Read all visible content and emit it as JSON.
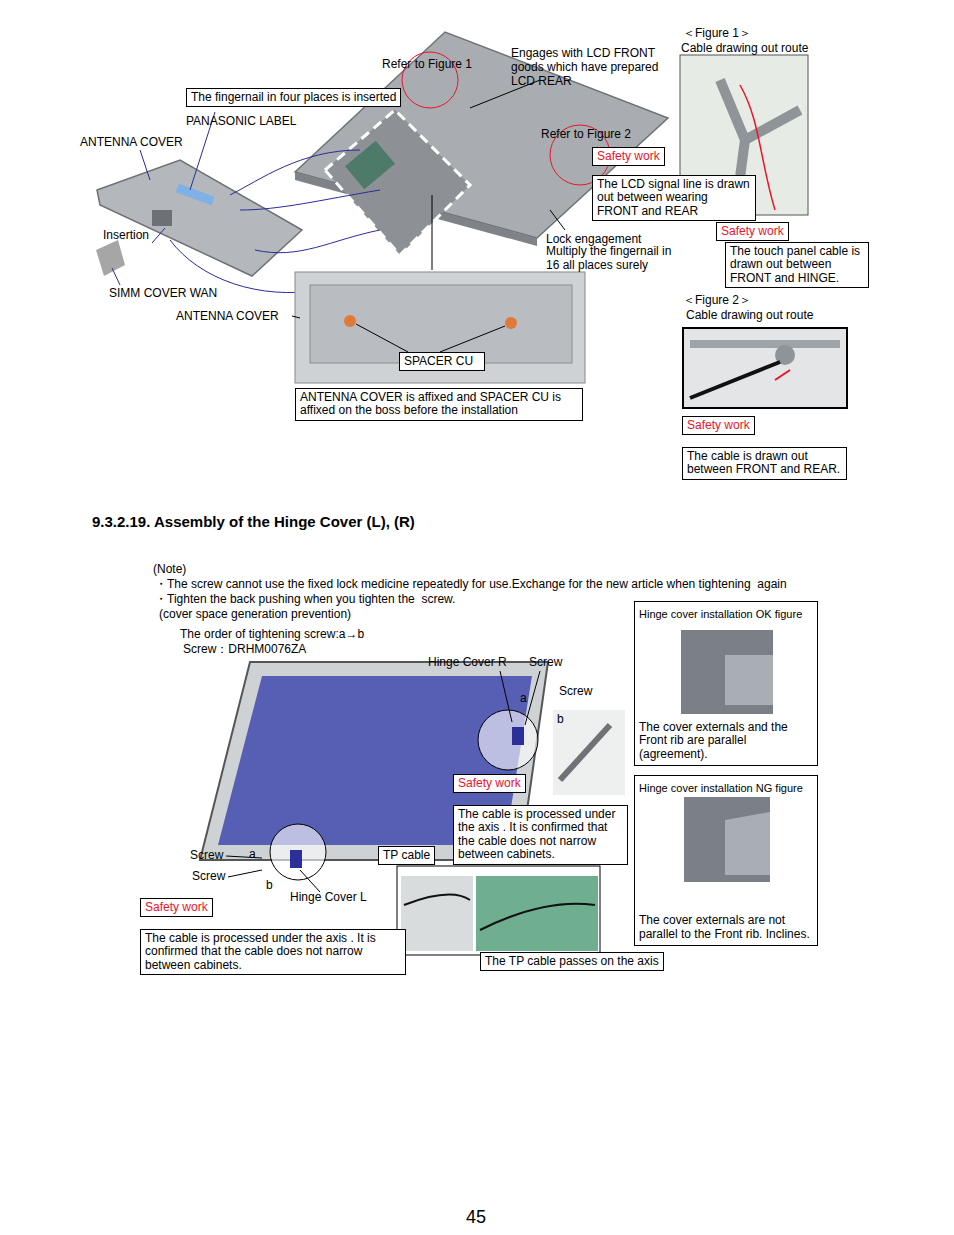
{
  "diagram": {
    "title": "9.3.2.19. Assembly of the Hinge Cover (L), (R)",
    "nodes": [
      {
        "text": [
          "The fingernail in four places is inserted"
        ]
      },
      {
        "text": [
          "Safety work"
        ]
      },
      {
        "text": [
          "The LCD signal line is drawn out between wearing FRONT and REAR"
        ]
      },
      {
        "text": [
          "Safety work"
        ]
      },
      {
        "text": [
          "The touch panel cable is drawn out between FRONT and HINGE."
        ]
      },
      {
        "text": [
          "SPACER CU"
        ]
      },
      {
        "text": [
          "ANTENNA COVER is affixed and SPACER CU is affixed on the boss before the installation"
        ]
      },
      {
        "text": [
          "Safety work"
        ]
      },
      {
        "text": [
          "The cable is drawn out between FRONT and REAR."
        ]
      },
      {
        "text": [
          "Safety work"
        ]
      },
      {
        "text": [
          "The cable is processed under the axis . It is confirmed that the cable does not narrow between cabinets."
        ]
      },
      {
        "text": [
          "TP cable"
        ]
      },
      {
        "text": [
          "Safety work"
        ]
      },
      {
        "text": [
          "The cable is processed under the axis . It is confirmed that the cable does not narrow between cabinets."
        ]
      },
      {
        "text": [
          "The TP cable passes on the axis"
        ]
      },
      {
        "text": [
          "Hinge cover installation OK figure",
          "The cover externals and the Front rib are parallel (agreement)."
        ]
      },
      {
        "text": [
          "Hinge cover installation NG figure",
          "The cover externals are not parallel to the Front rib. Inclines."
        ]
      }
    ],
    "labels": [
      "Refer to Figure 1",
      "Engages with LCD FRONT goods which have prepared LCD REAR",
      "＜Figure 1＞",
      "Cable drawing out route",
      "PANASONIC LABEL",
      "ANTENNA COVER",
      "Refer to Figure 2",
      "Insertion",
      "Lock engagement",
      "Multiply the fingernail in 16 all places surely",
      "SIMM COVER WAN",
      "ANTENNA COVER",
      "＜Figure 2＞",
      "Cable drawing out route",
      "(Note)",
      "・The screw cannot use the fixed lock medicine repeatedly for use.Exchange for the new article when tightening  again",
      "・Tighten the back pushing when you tighten the  screw.",
      "(cover space generation prevention)",
      "The order of tightening screw:a→b",
      "Screw：DRHM0076ZA",
      "Hinge Cover R",
      "Screw",
      "a",
      "Screw",
      "b",
      "Screw",
      "a",
      "Screw",
      "b",
      "Hinge Cover L",
      "45"
    ]
  }
}
